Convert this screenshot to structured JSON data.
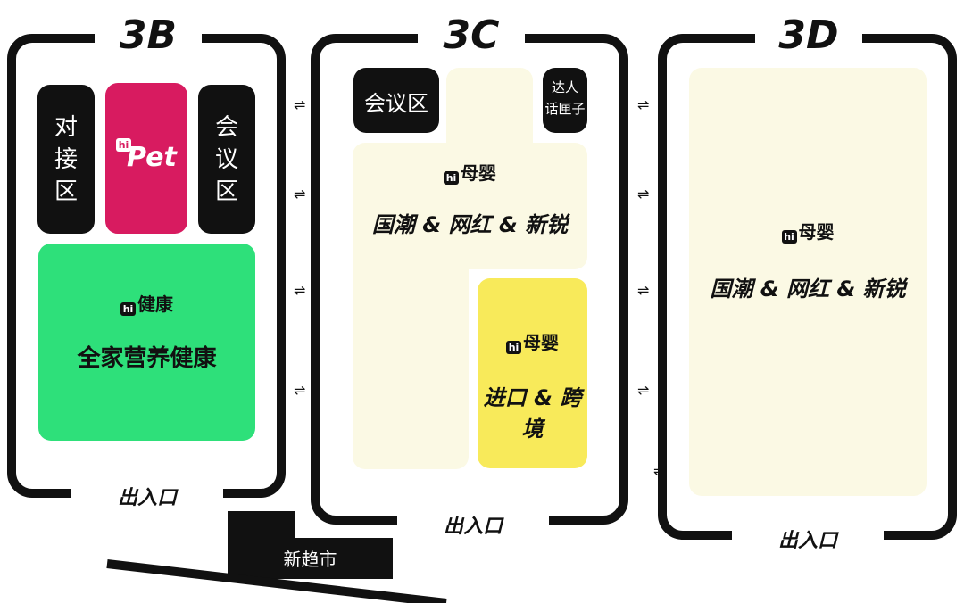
{
  "halls": {
    "b": {
      "title": "3B",
      "exit": "出入口"
    },
    "c": {
      "title": "3C",
      "exit": "出入口"
    },
    "d": {
      "title": "3D",
      "exit": "出入口"
    }
  },
  "zones": {
    "b_docking": {
      "label": [
        "对",
        "接",
        "区"
      ]
    },
    "b_pet": {
      "badge": "hi",
      "brand": "Pet",
      "color": "#d81b60"
    },
    "b_meeting": {
      "label": [
        "会",
        "议",
        "区"
      ]
    },
    "b_health": {
      "badge": "hi",
      "brand": "健康",
      "title": "全家营养健康",
      "color": "#2ee07a"
    },
    "c_meeting": {
      "label": "会议区"
    },
    "c_talent": {
      "label": [
        "达人",
        "话匣子"
      ]
    },
    "c_main": {
      "badge": "hi",
      "brand": "母婴",
      "title": "国潮 & 网红 & 新锐",
      "color": "#fbf9e4"
    },
    "c_import": {
      "badge": "hi",
      "brand": "母婴",
      "title": "进口 & 跨境",
      "color": "#f8ea5a"
    },
    "d_main": {
      "badge": "hi",
      "brand": "母婴",
      "title": "国潮 & 网红 & 新锐",
      "color": "#fbf9e4"
    }
  },
  "arrow_symbol": "⇌",
  "supermarket": {
    "label": "新趋市"
  }
}
